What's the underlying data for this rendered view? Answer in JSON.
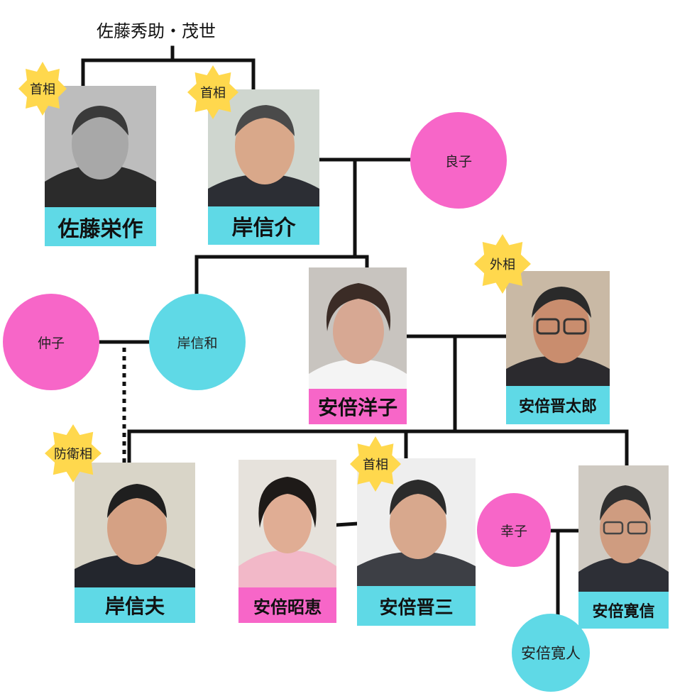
{
  "title": "佐藤秀助・茂世",
  "people": {
    "sato_eisaku": "佐藤栄作",
    "kishi_nobusuke": "岸信介",
    "yoshiko": "良子",
    "kishi_nobukazu": "岸信和",
    "nakako": "仲子",
    "abe_yoko": "安倍洋子",
    "abe_shintaro": "安倍晋太郎",
    "kishi_nobuo": "岸信夫",
    "abe_akie": "安倍昭恵",
    "abe_shinzo": "安倍晋三",
    "sachiko": "幸子",
    "abe_hironobu": "安倍寛信",
    "abe_hiroto": "安倍寛人"
  },
  "badges": {
    "pm1": "首相",
    "pm2": "首相",
    "foreign": "外相",
    "defense": "防衛相",
    "pm3": "首相"
  },
  "colors": {
    "cyan": "#5fd9e6",
    "pink": "#f766c8",
    "badge": "#ffd84d",
    "line": "#111111"
  }
}
